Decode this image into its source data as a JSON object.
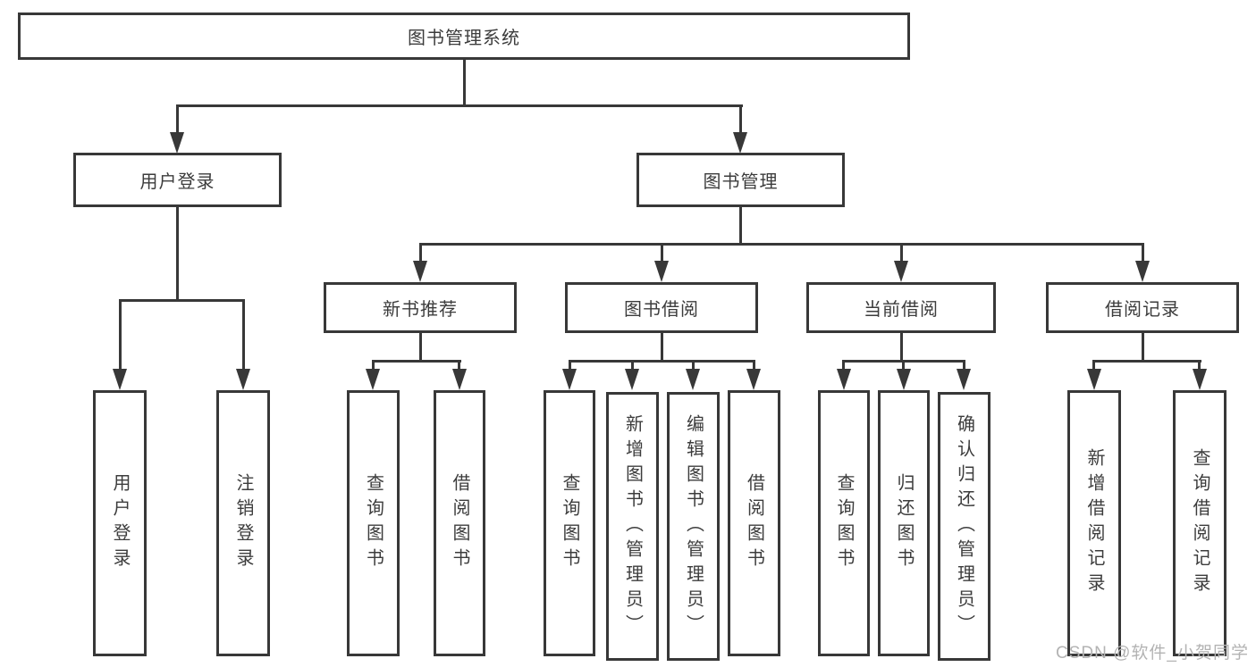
{
  "diagram": {
    "root": {
      "label": "图书管理系统"
    },
    "branches": {
      "user_login": {
        "label": "用户登录",
        "children": [
          {
            "label": "用户登录"
          },
          {
            "label": "注销登录"
          }
        ]
      },
      "book_management": {
        "label": "图书管理",
        "modules": [
          {
            "label": "新书推荐",
            "children": [
              {
                "label": "查询图书"
              },
              {
                "label": "借阅图书"
              }
            ]
          },
          {
            "label": "图书借阅",
            "children": [
              {
                "label": "查询图书"
              },
              {
                "label": "新增图书（管理员）"
              },
              {
                "label": "编辑图书（管理员）"
              },
              {
                "label": "借阅图书"
              }
            ]
          },
          {
            "label": "当前借阅",
            "children": [
              {
                "label": "查询图书"
              },
              {
                "label": "归还图书"
              },
              {
                "label": "确认归还（管理员）"
              }
            ]
          },
          {
            "label": "借阅记录",
            "children": [
              {
                "label": "新增借阅记录"
              },
              {
                "label": "查询借阅记录"
              }
            ]
          }
        ]
      }
    }
  },
  "watermark": {
    "text": "CSDN @软件_小贺同学"
  },
  "colors": {
    "line": "#383838",
    "text": "#3c3c3c",
    "watermark": "#b3b3b3",
    "background": "#ffffff"
  }
}
